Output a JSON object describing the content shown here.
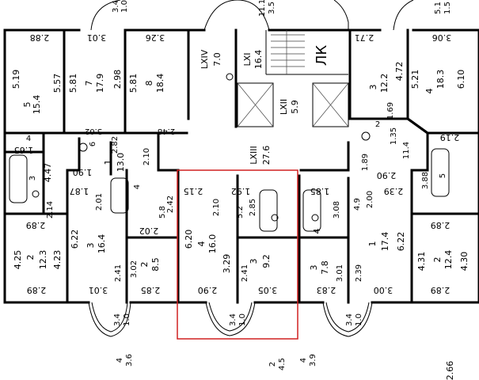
{
  "colors": {
    "wall": "#000000",
    "highlight": "#d02020",
    "paper": "#ffffff"
  },
  "labels": {
    "a1": "3.4",
    "a2": "1.0",
    "b1": "11.1",
    "b2": "3.5",
    "c1": "5.1",
    "c2": "1.5",
    "d1": "2.88",
    "d2": "3.01",
    "d3": "3.26",
    "d4": "2.71",
    "d5": "3.06",
    "lxiv": "LXIV",
    "lxiv_a": "7.0",
    "lxi": "LXI",
    "lxi_a": "16.4",
    "stairs": "ЛК",
    "r5_w": "5.19",
    "r5_n": "5",
    "r5_a": "15.4",
    "r7_w": "5.57",
    "r7_h": "5.81",
    "r7_n": "7",
    "r7_a": "17.9",
    "r7_h2": "2.98",
    "r8_h": "5.81",
    "r8_n": "8",
    "r8_a": "18.4",
    "r3a_n": "3",
    "r3a_a": "12.2",
    "r4a_w": "4.72",
    "r4a_h": "5.21",
    "r4a_n": "4",
    "r4a_a": "18.3",
    "r4a_x": "6.10",
    "lxii": "LXII",
    "lxii_a": "5.9",
    "t302": "3.02",
    "t248": "2.48",
    "t169": "1.69",
    "r6_n": "6",
    "r2b_n": "2",
    "t165": "1.65",
    "t4a": "4",
    "t282": "2.82",
    "t219": "2.19",
    "r1_n": "1",
    "r1_a": "13.0",
    "t210": "2.10",
    "lxiii": "LXIII",
    "lxiii_a": "27.6",
    "t114": "11.4",
    "t135": "1.35",
    "t189": "1.89",
    "t290": "2.90",
    "t190": "1.90",
    "t447": "4.47",
    "r3_bath_n": "3",
    "r4_bath_n": "4",
    "t214": "2.14",
    "t187": "1.87",
    "t201": "2.01",
    "t242": "2.42",
    "t215": "2.15",
    "t192": "1.92",
    "t185": "1.85",
    "t200": "2.00",
    "t239": "2.39",
    "t388": "3.88",
    "r5b_n": "5",
    "t210b": "2.10",
    "t52": "5.2",
    "t285": "2.85",
    "t308": "3.08",
    "t49": "4.9",
    "t58": "5.8",
    "t202": "2.02",
    "r3b_w": "6.22",
    "r3b_n": "3",
    "r3b_a": "16.4",
    "r4c_w": "6.20",
    "r4c_n": "4",
    "r4c_a": "16.0",
    "r4d_n": "4",
    "r1b_n": "1",
    "r1b_a": "17.4",
    "r1b_w": "6.22",
    "r2c_w": "4.25",
    "r2c_n": "2",
    "r2c_a": "12.3",
    "r2c_x": "4.23",
    "r2d_n": "2",
    "r2d_a": "8.5",
    "t302b": "3.02",
    "r3c_n": "3",
    "r3c_a": "9.2",
    "t329": "3.29",
    "t241": "2.41",
    "r3d_n": "3",
    "r3d_a": "7.8",
    "r2e_n": "2",
    "r2e_a": "12.4",
    "r2e_w": "4.31",
    "r2e_x": "4.30",
    "t241b": "2.41",
    "t301": "3.01",
    "t239b": "2.39",
    "t289a": "2.89",
    "t289b": "2.89",
    "t289c": "2.89",
    "t301b": "3.01",
    "t285b": "2.85",
    "t290b": "2.90",
    "t305": "3.05",
    "t283": "2.83",
    "t300": "3.00",
    "t289d": "2.89",
    "b_a1": "3.4",
    "b_a2": "1.0",
    "b_b1": "3.4",
    "b_b2": "1.0",
    "b_c1": "3.4",
    "b_c2": "1.0",
    "f1": "4",
    "f2": "3.6",
    "f3": "2",
    "f4": "4.5",
    "f5": "4",
    "f6": "3.9",
    "f7": "2.66"
  }
}
